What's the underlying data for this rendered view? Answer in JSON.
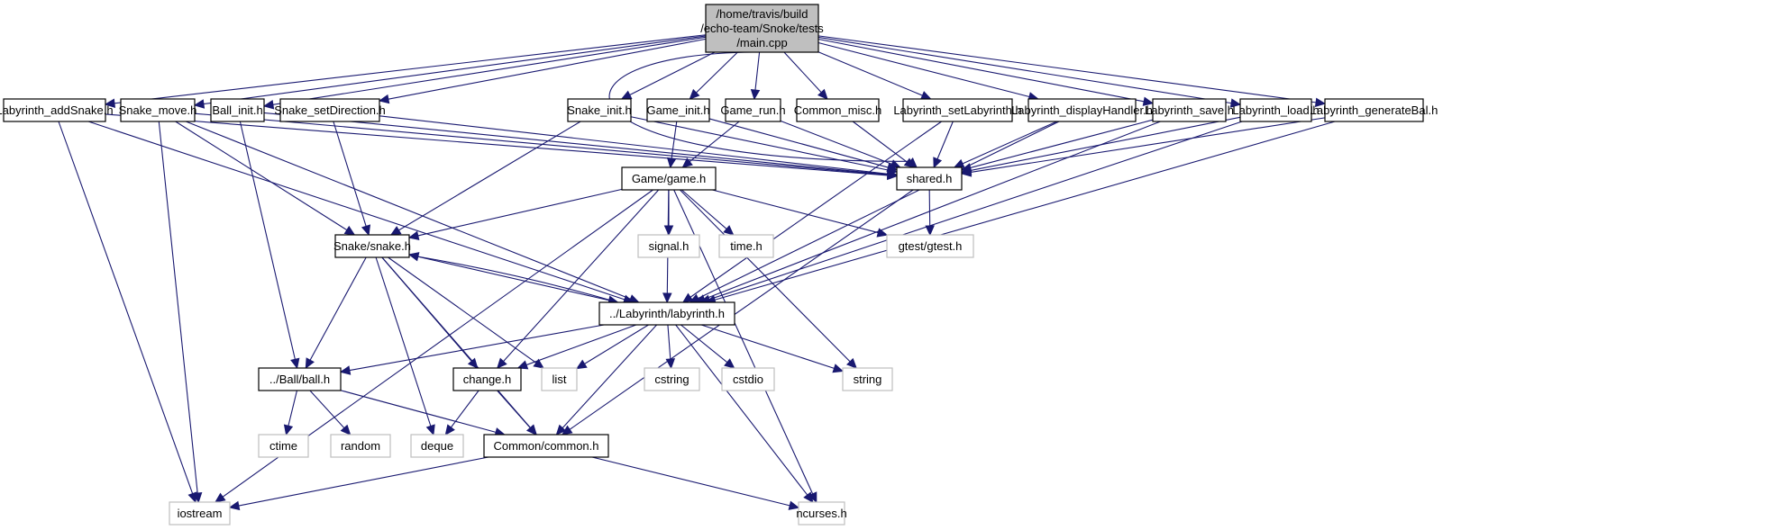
{
  "graph": {
    "title": "Include dependency graph for main.cpp",
    "edge_color": "#191970",
    "root_fill": "#bfbfbf",
    "system_border": "#bfbfbf",
    "nodes": [
      {
        "id": "main",
        "label_lines": [
          "/home/travis/build",
          "/echo-team/Snoke/tests",
          "/main.cpp"
        ],
        "kind": "root"
      },
      {
        "id": "lab_addSnake",
        "label_lines": [
          "Labyrinth_addSnake.h"
        ],
        "kind": "local"
      },
      {
        "id": "snake_move",
        "label_lines": [
          "Snake_move.h"
        ],
        "kind": "local"
      },
      {
        "id": "ball_init",
        "label_lines": [
          "Ball_init.h"
        ],
        "kind": "local"
      },
      {
        "id": "snake_setDir",
        "label_lines": [
          "Snake_setDirection.h"
        ],
        "kind": "local"
      },
      {
        "id": "snake_init",
        "label_lines": [
          "Snake_init.h"
        ],
        "kind": "local"
      },
      {
        "id": "game_init",
        "label_lines": [
          "Game_init.h"
        ],
        "kind": "local"
      },
      {
        "id": "game_run",
        "label_lines": [
          "Game_run.h"
        ],
        "kind": "local"
      },
      {
        "id": "common_misc",
        "label_lines": [
          "Common_misc.h"
        ],
        "kind": "local"
      },
      {
        "id": "lab_setLab",
        "label_lines": [
          "Labyrinth_setLabyrinth.h"
        ],
        "kind": "local"
      },
      {
        "id": "lab_display",
        "label_lines": [
          "Labyrinth_displayHandler.h"
        ],
        "kind": "local"
      },
      {
        "id": "lab_save",
        "label_lines": [
          "Labyrinth_save.h"
        ],
        "kind": "local"
      },
      {
        "id": "lab_load",
        "label_lines": [
          "Labyrinth_load.h"
        ],
        "kind": "local"
      },
      {
        "id": "lab_genBal",
        "label_lines": [
          "Labyrinth_generateBal.h"
        ],
        "kind": "local"
      },
      {
        "id": "game",
        "label_lines": [
          "Game/game.h"
        ],
        "kind": "local"
      },
      {
        "id": "shared",
        "label_lines": [
          "shared.h"
        ],
        "kind": "local"
      },
      {
        "id": "snake",
        "label_lines": [
          "Snake/snake.h"
        ],
        "kind": "local"
      },
      {
        "id": "signal",
        "label_lines": [
          "signal.h"
        ],
        "kind": "system"
      },
      {
        "id": "time",
        "label_lines": [
          "time.h"
        ],
        "kind": "system"
      },
      {
        "id": "gtest",
        "label_lines": [
          "gtest/gtest.h"
        ],
        "kind": "system"
      },
      {
        "id": "labyrinth",
        "label_lines": [
          "../Labyrinth/labyrinth.h"
        ],
        "kind": "local"
      },
      {
        "id": "ball",
        "label_lines": [
          "../Ball/ball.h"
        ],
        "kind": "local"
      },
      {
        "id": "change",
        "label_lines": [
          "change.h"
        ],
        "kind": "local"
      },
      {
        "id": "list",
        "label_lines": [
          "list"
        ],
        "kind": "system"
      },
      {
        "id": "cstring",
        "label_lines": [
          "cstring"
        ],
        "kind": "system"
      },
      {
        "id": "cstdio",
        "label_lines": [
          "cstdio"
        ],
        "kind": "system"
      },
      {
        "id": "string",
        "label_lines": [
          "string"
        ],
        "kind": "system"
      },
      {
        "id": "ctime",
        "label_lines": [
          "ctime"
        ],
        "kind": "system"
      },
      {
        "id": "random",
        "label_lines": [
          "random"
        ],
        "kind": "system"
      },
      {
        "id": "deque",
        "label_lines": [
          "deque"
        ],
        "kind": "system"
      },
      {
        "id": "common",
        "label_lines": [
          "Common/common.h"
        ],
        "kind": "local"
      },
      {
        "id": "iostream",
        "label_lines": [
          "iostream"
        ],
        "kind": "system"
      },
      {
        "id": "ncurses",
        "label_lines": [
          "ncurses.h"
        ],
        "kind": "system"
      }
    ],
    "edges": [
      [
        "main",
        "lab_addSnake"
      ],
      [
        "main",
        "snake_move"
      ],
      [
        "main",
        "ball_init"
      ],
      [
        "main",
        "snake_setDir"
      ],
      [
        "main",
        "snake_init"
      ],
      [
        "main",
        "game_init"
      ],
      [
        "main",
        "game_run"
      ],
      [
        "main",
        "common_misc"
      ],
      [
        "main",
        "lab_setLab"
      ],
      [
        "main",
        "lab_display"
      ],
      [
        "main",
        "lab_save"
      ],
      [
        "main",
        "lab_load"
      ],
      [
        "main",
        "lab_genBal"
      ],
      [
        "main",
        "shared"
      ],
      [
        "lab_addSnake",
        "shared"
      ],
      [
        "lab_addSnake",
        "labyrinth"
      ],
      [
        "lab_addSnake",
        "iostream"
      ],
      [
        "snake_move",
        "shared"
      ],
      [
        "snake_move",
        "snake"
      ],
      [
        "snake_move",
        "labyrinth"
      ],
      [
        "snake_move",
        "iostream"
      ],
      [
        "ball_init",
        "shared"
      ],
      [
        "ball_init",
        "ball"
      ],
      [
        "snake_setDir",
        "shared"
      ],
      [
        "snake_setDir",
        "snake"
      ],
      [
        "snake_init",
        "shared"
      ],
      [
        "snake_init",
        "snake"
      ],
      [
        "game_init",
        "shared"
      ],
      [
        "game_init",
        "game"
      ],
      [
        "game_run",
        "shared"
      ],
      [
        "game_run",
        "game"
      ],
      [
        "common_misc",
        "shared"
      ],
      [
        "lab_setLab",
        "shared"
      ],
      [
        "lab_setLab",
        "labyrinth"
      ],
      [
        "lab_display",
        "shared"
      ],
      [
        "lab_display",
        "labyrinth"
      ],
      [
        "lab_save",
        "shared"
      ],
      [
        "lab_save",
        "labyrinth"
      ],
      [
        "lab_load",
        "shared"
      ],
      [
        "lab_load",
        "labyrinth"
      ],
      [
        "lab_genBal",
        "shared"
      ],
      [
        "lab_genBal",
        "labyrinth"
      ],
      [
        "shared",
        "gtest"
      ],
      [
        "shared",
        "common"
      ],
      [
        "game",
        "snake"
      ],
      [
        "game",
        "signal"
      ],
      [
        "game",
        "time"
      ],
      [
        "game",
        "gtest"
      ],
      [
        "game",
        "labyrinth"
      ],
      [
        "game",
        "change"
      ],
      [
        "game",
        "string"
      ],
      [
        "game",
        "ncurses"
      ],
      [
        "game",
        "iostream"
      ],
      [
        "snake",
        "labyrinth"
      ],
      [
        "snake",
        "ball"
      ],
      [
        "snake",
        "change"
      ],
      [
        "snake",
        "list"
      ],
      [
        "snake",
        "deque"
      ],
      [
        "snake",
        "common"
      ],
      [
        "labyrinth",
        "snake"
      ],
      [
        "labyrinth",
        "ball"
      ],
      [
        "labyrinth",
        "change"
      ],
      [
        "labyrinth",
        "list"
      ],
      [
        "labyrinth",
        "cstring"
      ],
      [
        "labyrinth",
        "cstdio"
      ],
      [
        "labyrinth",
        "string"
      ],
      [
        "labyrinth",
        "common"
      ],
      [
        "labyrinth",
        "ncurses"
      ],
      [
        "ball",
        "ctime"
      ],
      [
        "ball",
        "random"
      ],
      [
        "ball",
        "common"
      ],
      [
        "change",
        "deque"
      ],
      [
        "change",
        "common"
      ],
      [
        "common",
        "iostream"
      ],
      [
        "common",
        "ncurses"
      ]
    ]
  }
}
